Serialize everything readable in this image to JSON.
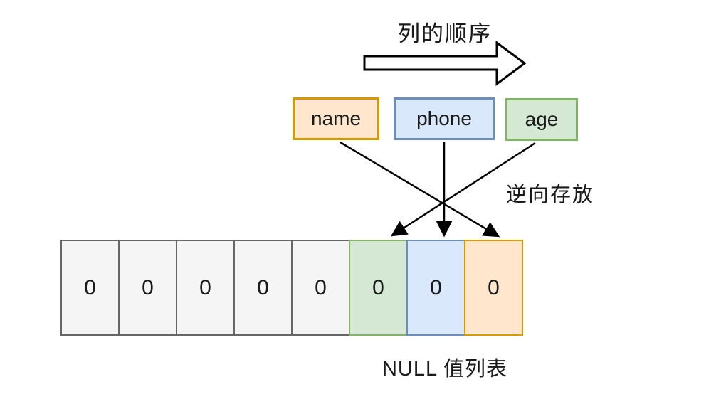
{
  "diagram": {
    "title": "列的顺序",
    "annotation": "逆向存放",
    "caption": "NULL 值列表"
  },
  "columns": [
    {
      "label": "name",
      "color": "orange",
      "fill": "#ffe6cc",
      "stroke": "#d79b00"
    },
    {
      "label": "phone",
      "color": "blue",
      "fill": "#dae8fc",
      "stroke": "#6c8ebf"
    },
    {
      "label": "age",
      "color": "green",
      "fill": "#d5e8d4",
      "stroke": "#82b366"
    }
  ],
  "bitmap": {
    "cells": [
      {
        "value": "0",
        "color": "grey"
      },
      {
        "value": "0",
        "color": "grey"
      },
      {
        "value": "0",
        "color": "grey"
      },
      {
        "value": "0",
        "color": "grey"
      },
      {
        "value": "0",
        "color": "grey"
      },
      {
        "value": "0",
        "color": "green"
      },
      {
        "value": "0",
        "color": "blue"
      },
      {
        "value": "0",
        "color": "orange"
      }
    ]
  },
  "arrows": [
    {
      "from": "name",
      "to_cell_index": 7
    },
    {
      "from": "phone",
      "to_cell_index": 6
    },
    {
      "from": "age",
      "to_cell_index": 5
    }
  ],
  "colors": {
    "background": "#ffffff",
    "orange_fill": "#ffe6cc",
    "orange_stroke": "#d79b00",
    "blue_fill": "#dae8fc",
    "blue_stroke": "#6c8ebf",
    "green_fill": "#d5e8d4",
    "green_stroke": "#82b366",
    "grey_fill": "#f5f5f5",
    "grey_stroke": "#666666",
    "line": "#000000"
  }
}
